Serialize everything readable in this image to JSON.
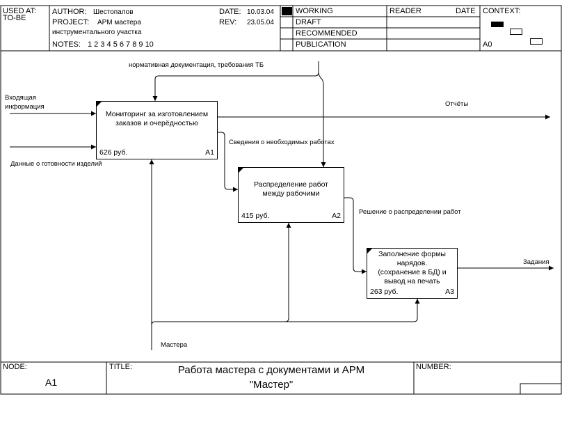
{
  "header": {
    "used_at_label": "USED AT:",
    "used_at_value": "TO-BE",
    "author_label": "AUTHOR:",
    "author_value": "Шестопалов",
    "project_label": "PROJECT:",
    "project_value": "АРМ мастера",
    "project_value2": "инструментального участка",
    "notes_label": "NOTES:",
    "notes_value": "1  2  3  4  5  6  7  8  9  10",
    "date_label": "DATE:",
    "date_value": "10.03.04",
    "rev_label": "REV:",
    "rev_value": "23.05.04",
    "status": [
      "WORKING",
      "DRAFT",
      "RECOMMENDED",
      "PUBLICATION"
    ],
    "reader_label": "READER",
    "reader_date_label": "DATE",
    "context_label": "CONTEXT:",
    "context_node": "A0"
  },
  "diagram": {
    "boxes": [
      {
        "name": "Мониторинг за изготовлением заказов и очерёдностью",
        "cost": "626 руб.",
        "id": "A1"
      },
      {
        "name": "Распределение работ между рабочими",
        "cost": "415 руб.",
        "id": "A2"
      },
      {
        "name": "Заполнение формы нарядов. (сохранение в БД) и вывод на печать",
        "cost": "263 руб.",
        "id": "A3"
      }
    ],
    "arrows": {
      "control_top": "нормативная документация, требования ТБ",
      "input_1": "Входящая информация",
      "input_2": "Данные о готовности изделий",
      "output_reports": "Отчёты",
      "a1_to_a2": "Сведения о необходимых работах",
      "a2_to_a3": "Решение о распределении работ",
      "output_tasks": "Задания",
      "mechanism": "Мастера"
    }
  },
  "footer": {
    "node_label": "NODE:",
    "node_value": "A1",
    "title_label": "TITLE:",
    "title_value_line1": "Работа мастера  с документами  и  АРМ",
    "title_value_line2": "\"Мастер\"",
    "number_label": "NUMBER:"
  }
}
